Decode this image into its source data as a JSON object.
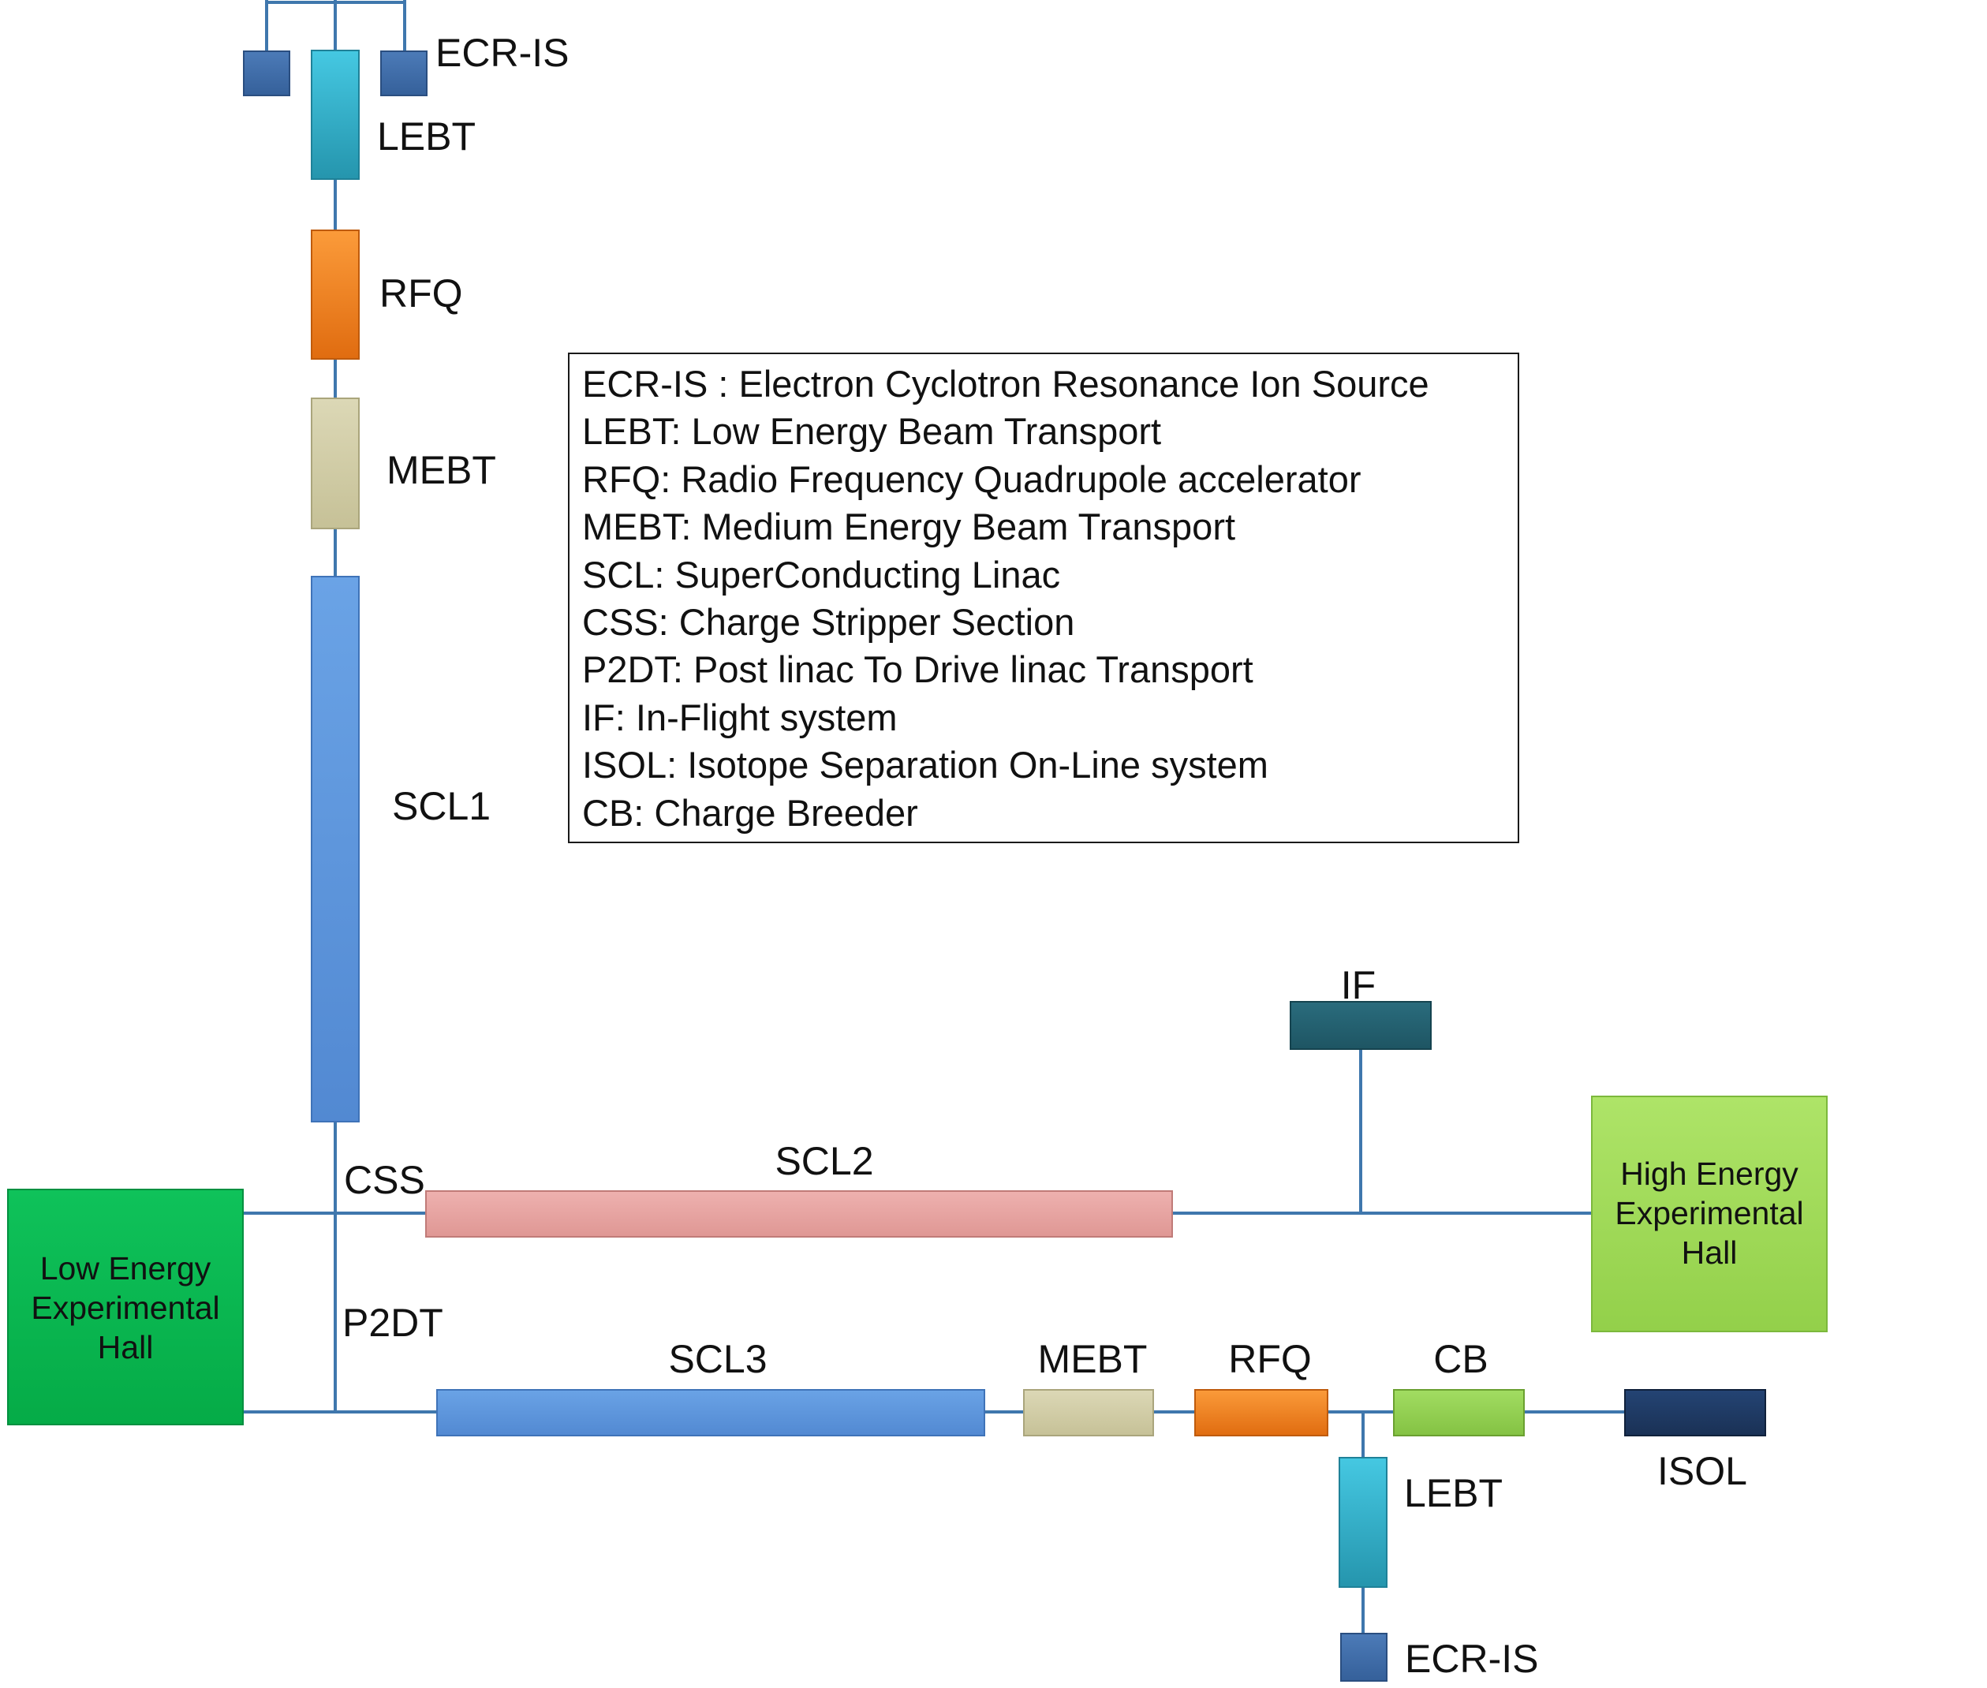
{
  "blocks": {
    "ecr_is_top": "ECR-IS",
    "lebt_top": "LEBT",
    "rfq_top": "RFQ",
    "mebt_top": "MEBT",
    "scl1": "SCL1",
    "css": "CSS",
    "scl2": "SCL2",
    "if": "IF",
    "p2dt": "P2DT",
    "scl3": "SCL3",
    "mebt_bottom": "MEBT",
    "rfq_bottom": "RFQ",
    "cb": "CB",
    "isol": "ISOL",
    "lebt_bottom": "LEBT",
    "ecr_is_bottom": "ECR-IS"
  },
  "halls": {
    "low": [
      "Low Energy",
      "Experimental",
      "Hall"
    ],
    "high": [
      "High Energy",
      "Experimental",
      "Hall"
    ]
  },
  "legend": [
    "ECR-IS : Electron Cyclotron Resonance Ion Source",
    "LEBT: Low Energy Beam Transport",
    "RFQ: Radio Frequency Quadrupole accelerator",
    "MEBT: Medium Energy Beam Transport",
    "SCL: SuperConducting Linac",
    "CSS: Charge Stripper Section",
    "P2DT: Post linac To Drive linac Transport",
    "IF: In-Flight system",
    "ISOL: Isotope Separation On-Line system",
    "CB: Charge Breeder"
  ],
  "colors": {
    "beamline": "#3f77ad",
    "ecr_is": "#3d6ba7",
    "lebt": "#2fb0cb",
    "rfq": "#f07f1e",
    "mebt": "#d0cba3",
    "scl": "#5f98de",
    "scl2": "#e8a4a2",
    "if": "#245f6f",
    "cb": "#92d050",
    "isol": "#1f3a63",
    "low_hall": "#07b84f",
    "high_hall": "#a0dc58"
  }
}
